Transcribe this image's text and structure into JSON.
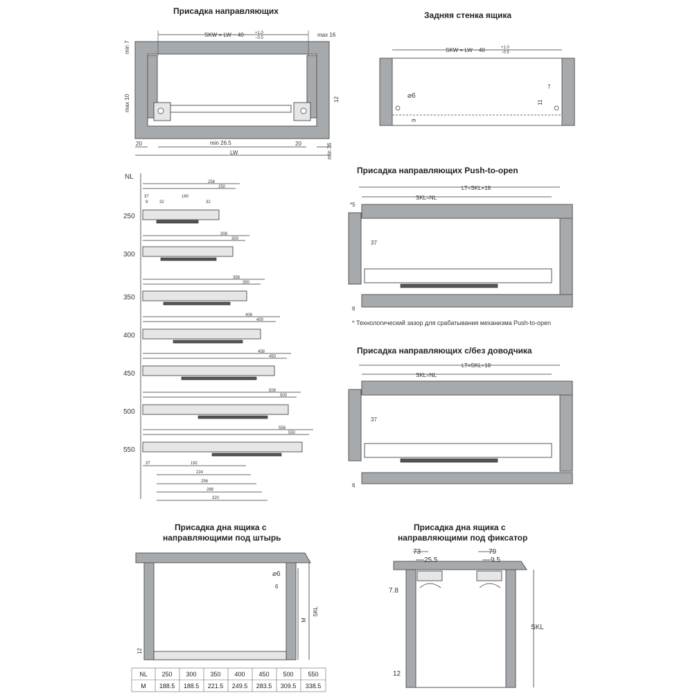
{
  "panels": {
    "guides_mounting": {
      "title": "Присадка направляющих",
      "skw_formula": "SKW = LW − 40",
      "skw_tol_top": "+1.0",
      "skw_tol_bottom": "−0.5",
      "min7": "min 7",
      "max16": "max 16",
      "max10": "max 10",
      "dim12": "12",
      "left20": "20",
      "right20": "20",
      "min26": "min 26.5",
      "lw": "LW",
      "min36": "min 36"
    },
    "back_wall": {
      "title": "Задняя стенка ящика",
      "skw_formula": "SKW = LW − 40",
      "skw_tol_top": "+1.0",
      "skw_tol_bottom": "−0.5",
      "hole": "⌀6",
      "d7": "7",
      "d11": "11",
      "d9": "9"
    },
    "rail_table": {
      "nl_label": "NL",
      "lengths": [
        "250",
        "300",
        "350",
        "400",
        "450",
        "500",
        "550"
      ],
      "top_dims": [
        [
          "258",
          "250"
        ],
        [
          "308",
          "300"
        ],
        [
          "358",
          "350"
        ],
        [
          "408",
          "400"
        ],
        [
          "458",
          "450"
        ],
        [
          "508",
          "500"
        ],
        [
          "558",
          "550"
        ]
      ],
      "first_dims": [
        "37",
        "160",
        "9",
        "32",
        "32"
      ],
      "bottom_dims": [
        "37",
        "192",
        "224",
        "256",
        "288",
        "320"
      ]
    },
    "push_to_open": {
      "title": "Присадка направляющих Push-to-open",
      "lt": "LT=SKL+18",
      "skl": "SKL=NL",
      "star5": "*5",
      "d37": "37",
      "d6": "6",
      "footnote": "* Технологический зазор для срабатывания механизма Push-to-open"
    },
    "soft_close": {
      "title": "Присадка направляющих с/без доводчика",
      "lt": "LT=SKL+18",
      "skl": "SKL=NL",
      "d37": "37",
      "d6": "6"
    },
    "bottom_pin": {
      "title_line1": "Присадка дна ящика с",
      "title_line2": "направляющими под штырь",
      "hole": "⌀6",
      "d6": "6",
      "m": "M",
      "skl": "SKL",
      "d12": "12",
      "table_headers": [
        "NL",
        "250",
        "300",
        "350",
        "400",
        "450",
        "500",
        "550"
      ],
      "table_m": [
        "M",
        "188.5",
        "188.5",
        "221.5",
        "249.5",
        "283.5",
        "309.5",
        "338.5"
      ]
    },
    "bottom_clip": {
      "title_line1": "Присадка дна ящика с",
      "title_line2": "направляющими под фиксатор",
      "d73": "73",
      "d25": "25.5",
      "d79": "79",
      "d95": "9.5",
      "d78": "7.8",
      "skl": "SKL",
      "d12": "12"
    }
  }
}
